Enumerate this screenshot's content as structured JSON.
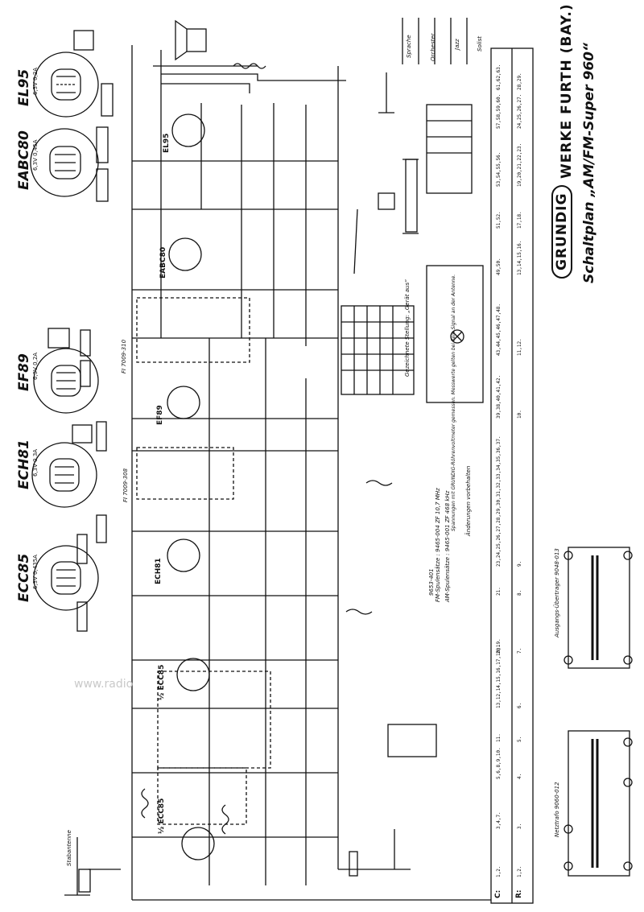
{
  "brand": "GRUNDIG",
  "manufacturer": "WERKE FURTH (BAY.)",
  "schematic_title": "Schaltplan „AM/FM-Super 960“",
  "watermark": "www.radio",
  "tubes": [
    {
      "name": "EL95",
      "spec": "6,3V 0,2A"
    },
    {
      "name": "EABC80",
      "spec": "6,3V 0,45A"
    },
    {
      "name": "EF89",
      "spec": "6,3V 0,2A"
    },
    {
      "name": "ECH81",
      "spec": "6,3V 0,3A"
    },
    {
      "name": "ECC85",
      "spec": "6,3V 0,435A"
    }
  ],
  "schematic_tube_labels": [
    "EL95",
    "EABC80",
    "EF89",
    "ECH81",
    "½ ECC85",
    "½ ECC85"
  ],
  "filter_labels": [
    "FI 7009-310",
    "FI 7009-308"
  ],
  "if_notes": [
    "FM-Spulensätze : 9465-004   ZF 10,7 MHz",
    "AM-Spulensätze : 9465-001   ZF 468 kHz",
    "9653-401",
    "Änderungen vorbehalten"
  ],
  "voltage_note": "Spannungen mit GRUNDIG-Röhrenvoltmeter gemessen. Messwerte gelten bei kein Signal an der Antenne.",
  "switch_note": "Gezeichnete Stellung: „Gerät aus“",
  "tone_labels": [
    "Sprache",
    "Orchester",
    "Jazz",
    "Solist"
  ],
  "antenna_label": "Stabantenne",
  "transformers": [
    {
      "name": "Ausgangs-Übertrager 9048-013"
    },
    {
      "name": "Netztrafo 9060-012"
    }
  ],
  "bottom_rows": {
    "c_label": "C:",
    "r_label": "R:",
    "c_values": [
      "1,2.",
      "3,4,7.",
      "5,6,8,9,10.",
      "11.",
      "13,12,14,15,16,17,18,19.",
      "20.",
      "21.",
      "23,24,25,26,27,28,29,30,31,32,33,34,35,36,37.",
      "39,38,40,41,42.",
      "43,44,45,46,47,48.",
      "49,50.",
      "51,52.",
      "53,54,55,56.",
      "57,58,59,60.",
      "61,62,63."
    ],
    "r_values": [
      "1,2.",
      "3.",
      "4.",
      "5.",
      "6.",
      "7.",
      "8.",
      "9.",
      "10.",
      "11,12.",
      "13,14,15,16.",
      "17,18.",
      "19,20,21,22,23.",
      "24,25,26,27.",
      "28,29."
    ]
  }
}
